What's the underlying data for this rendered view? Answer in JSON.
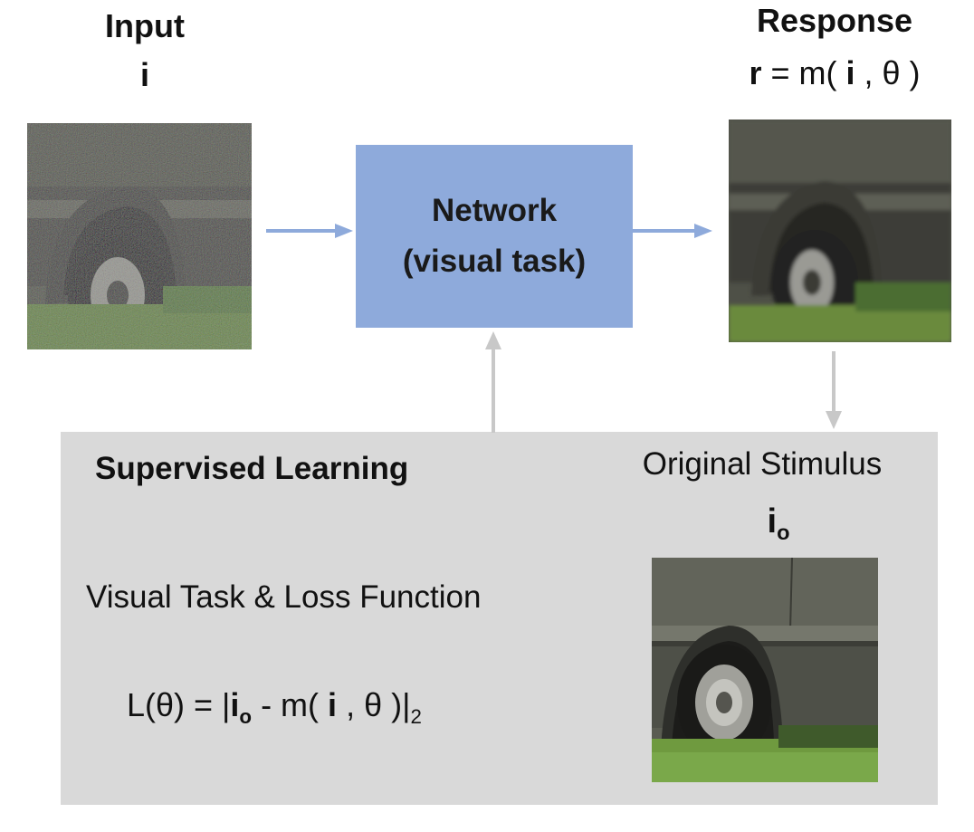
{
  "input": {
    "title": "Input",
    "symbol": "i"
  },
  "response": {
    "title": "Response",
    "formula_r": "r",
    "formula_eq": " = m( ",
    "formula_i": "i",
    "formula_rest": " , θ )"
  },
  "network": {
    "line1": "Network",
    "line2": "(visual task)"
  },
  "learning": {
    "title": "Supervised Learning",
    "task_label": "Visual Task & Loss Function",
    "loss_L": "L(θ) = |",
    "loss_io": "i",
    "loss_o": "o",
    "loss_mid": " - m( ",
    "loss_i": "i",
    "loss_tail": " , θ )|",
    "loss_sub": "2"
  },
  "original": {
    "label": "Original Stimulus",
    "symbol_i": "i",
    "symbol_o": "o"
  },
  "colors": {
    "network_box": "#8eaadb",
    "panel": "#d9d9d9",
    "blue_arrow": "#8eaadb",
    "gray_arrow": "#c8c8c8"
  }
}
